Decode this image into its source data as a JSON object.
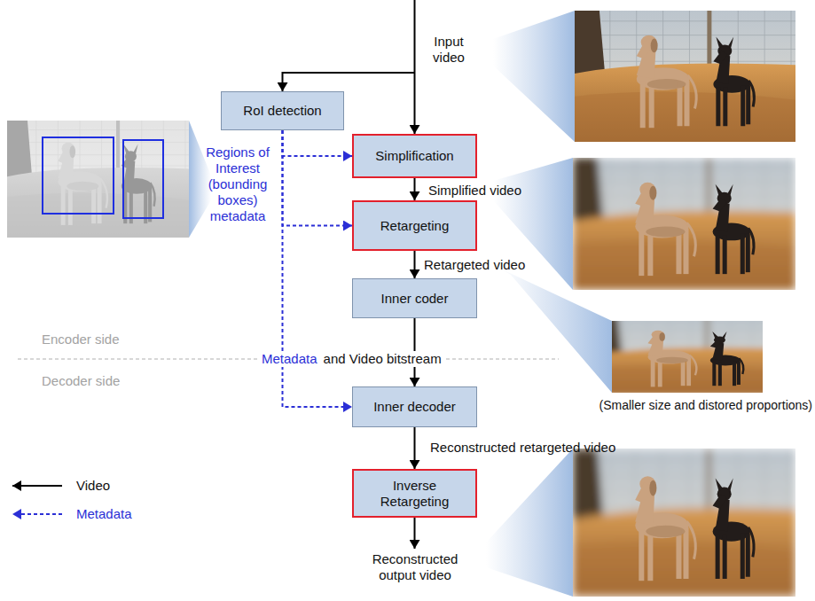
{
  "diagram": {
    "nodes": [
      {
        "text": [
          "RoI detection"
        ]
      },
      {
        "text": [
          "Simplification"
        ]
      },
      {
        "text": [
          "Retargeting"
        ]
      },
      {
        "text": [
          "Inner coder"
        ]
      },
      {
        "text": [
          "Inner decoder"
        ]
      },
      {
        "text": [
          "Inverse Retargeting"
        ]
      }
    ],
    "edges": [
      {
        "from": 1,
        "to": 2,
        "label": "Simplified video",
        "arrow": "to"
      },
      {
        "from": 2,
        "to": 3,
        "label": "Retargeted video",
        "arrow": "to"
      },
      {
        "from": 3,
        "to": 4,
        "arrow": "to"
      },
      {
        "from": 4,
        "to": 5,
        "label": "Reconstructed retargeted video",
        "arrow": "to"
      },
      {
        "from": 0,
        "to": 1,
        "arrow": "to"
      },
      {
        "from": 0,
        "to": 2,
        "arrow": "to"
      },
      {
        "from": 0,
        "to": 4,
        "arrow": "to"
      }
    ],
    "labels": [
      "Input video",
      "Regions of Interest (bounding boxes) metadata",
      "Encoder side",
      "Metadata",
      "and Video bitstream",
      "Decoder side",
      "(Smaller size and distored proportions)",
      "Reconstructed output video"
    ],
    "legend": [
      {
        "text": "Video"
      },
      {
        "text": "Metadata"
      }
    ]
  }
}
